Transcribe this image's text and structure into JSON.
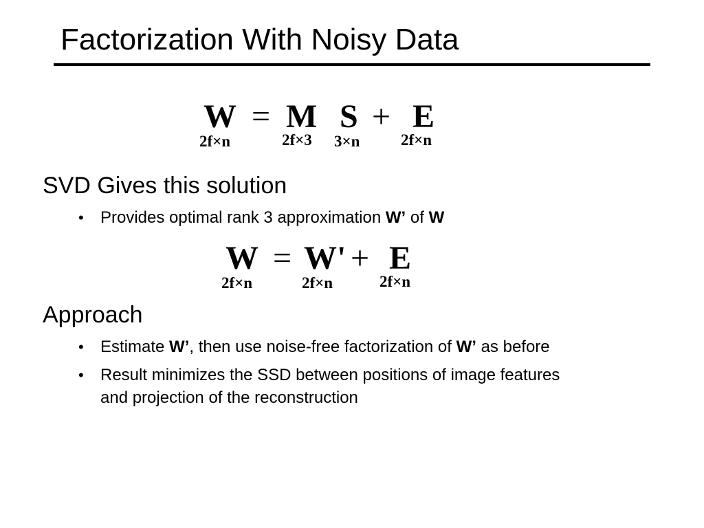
{
  "slide": {
    "title": "Factorization With Noisy Data"
  },
  "equation1": {
    "W": "W",
    "eq": "=",
    "M": "M",
    "S": "S",
    "plus": "+",
    "E": "E",
    "sub_W": "2f×n",
    "sub_M": "2f×3",
    "sub_S": "3×n",
    "sub_E": "2f×n"
  },
  "section1": {
    "heading": "SVD Gives this solution",
    "bullet1": {
      "part1": "Provides optimal rank 3 approximation ",
      "bold1": "W’",
      "part2": " of ",
      "bold2": "W"
    }
  },
  "equation2": {
    "W": "W",
    "eq": "=",
    "Wp": "W'",
    "plus": "+",
    "E": "E",
    "sub_W": "2f×n",
    "sub_Wp": "2f×n",
    "sub_E": "2f×n"
  },
  "section2": {
    "heading": "Approach",
    "bullet1": {
      "part1": "Estimate ",
      "bold1": "W’",
      "part2": ", then use noise-free factorization of ",
      "bold2": "W’",
      "part3": " as before"
    },
    "bullet2": {
      "line1": "Result minimizes the SSD between positions of image features",
      "line2": "and projection of the reconstruction"
    }
  },
  "bullet_glyph": "•"
}
